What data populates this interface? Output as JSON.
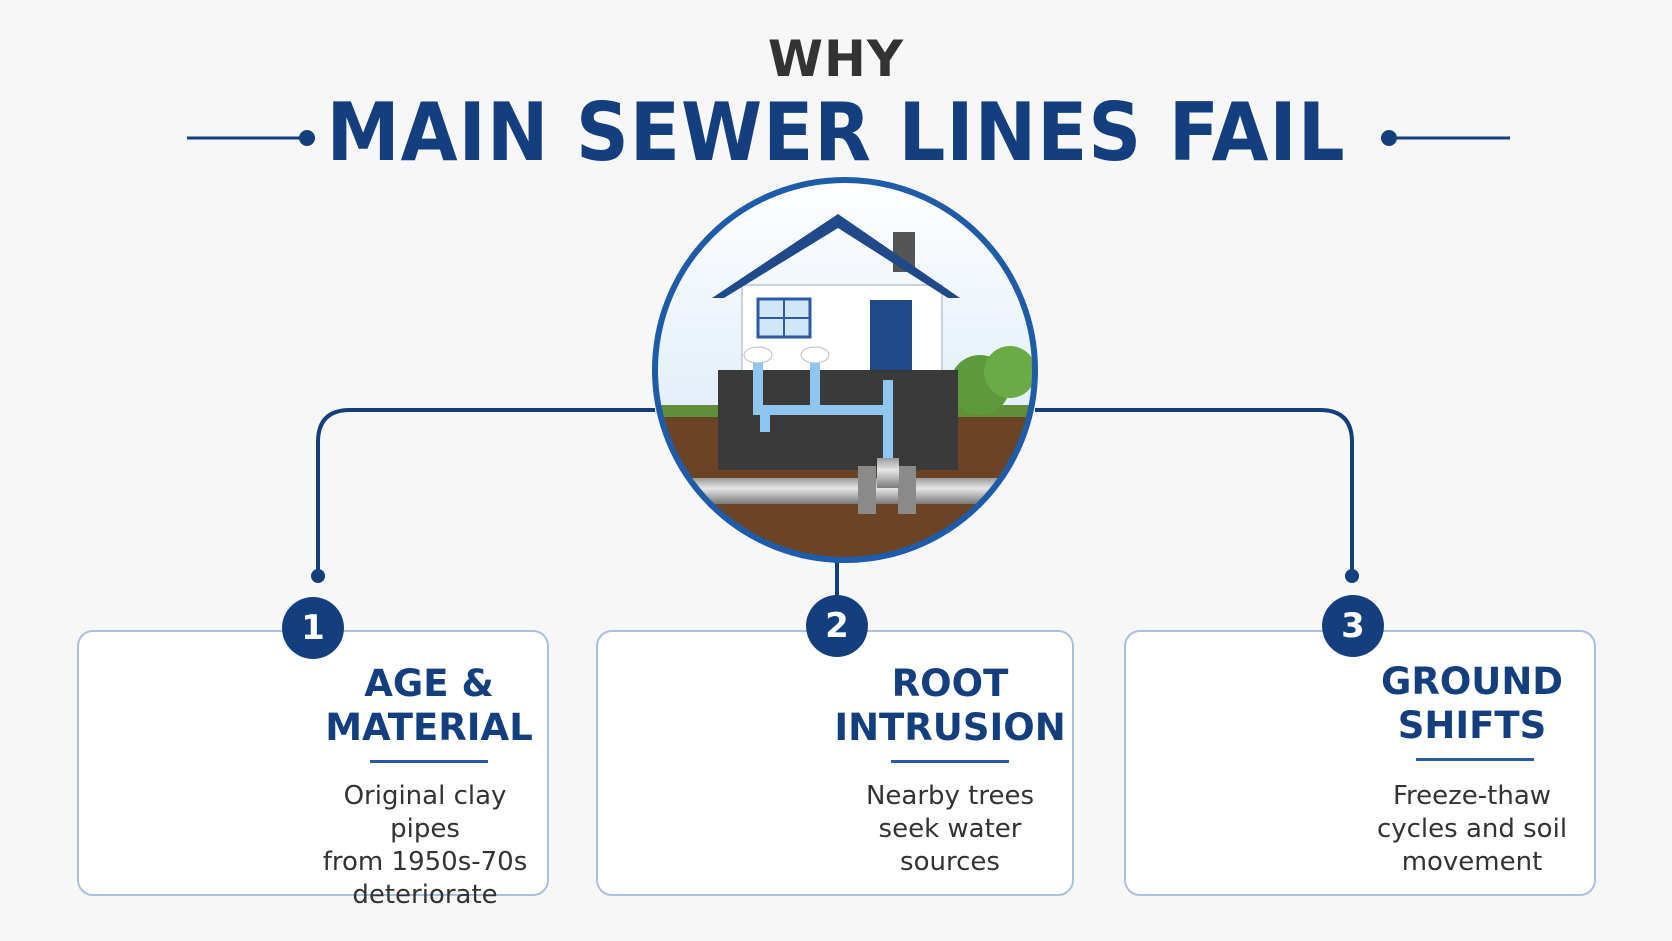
{
  "title": {
    "line1": "WHY",
    "line2": "MAIN SEWER LINES FAIL"
  },
  "causes": [
    {
      "number": "1",
      "heading_line1": "AGE &",
      "heading_line2": "MATERIAL",
      "description_line1": "Original clay pipes",
      "description_line2": "from 1950s-70s",
      "description_line3": "deteriorate",
      "icon": "broken-clay-pipe-icon"
    },
    {
      "number": "2",
      "heading_line1": "ROOT",
      "heading_line2": "INTRUSION",
      "description_line1": "Nearby trees",
      "description_line2": "seek water",
      "description_line3": "sources",
      "icon": "tree-roots-icon"
    },
    {
      "number": "3",
      "heading_line1": "GROUND",
      "heading_line2": "SHIFTS",
      "description_line1": "Freeze-thaw",
      "description_line2": "cycles and soil",
      "description_line3": "movement",
      "icon": "cracked-ground-icon"
    }
  ],
  "colors": {
    "primary": "#143f7f",
    "accent": "#2c5ba4",
    "text": "#333333",
    "card_border": "#aac0df",
    "background": "#f7f7f7"
  },
  "center_icon": "house-sewer-line-icon"
}
